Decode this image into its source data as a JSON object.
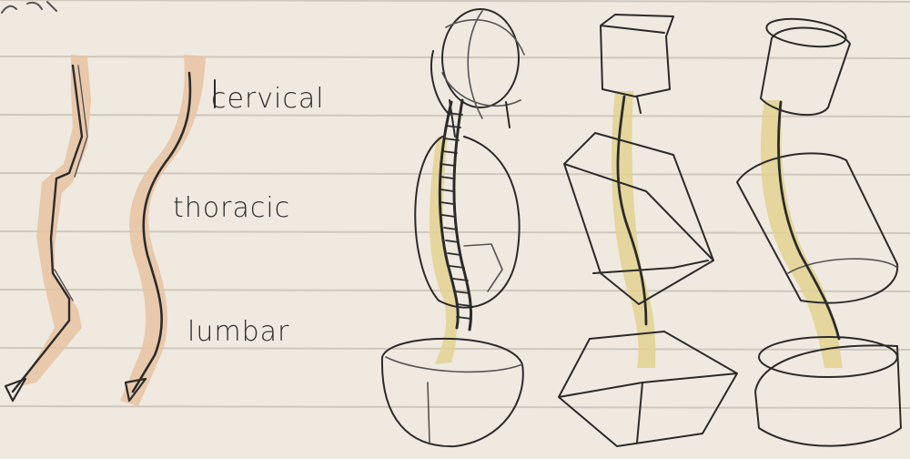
{
  "page": {
    "paper_color": "#efe9e0",
    "rule_color": "#cfc8bd",
    "pencil_color": "#2b2b2b",
    "spine_highlight_color": "#e8c3a1",
    "spine_shadow_color": "#e2d28f"
  },
  "labels": {
    "cervical": "cervical",
    "thoracic": "thoracic",
    "lumbar": "lumbar"
  }
}
